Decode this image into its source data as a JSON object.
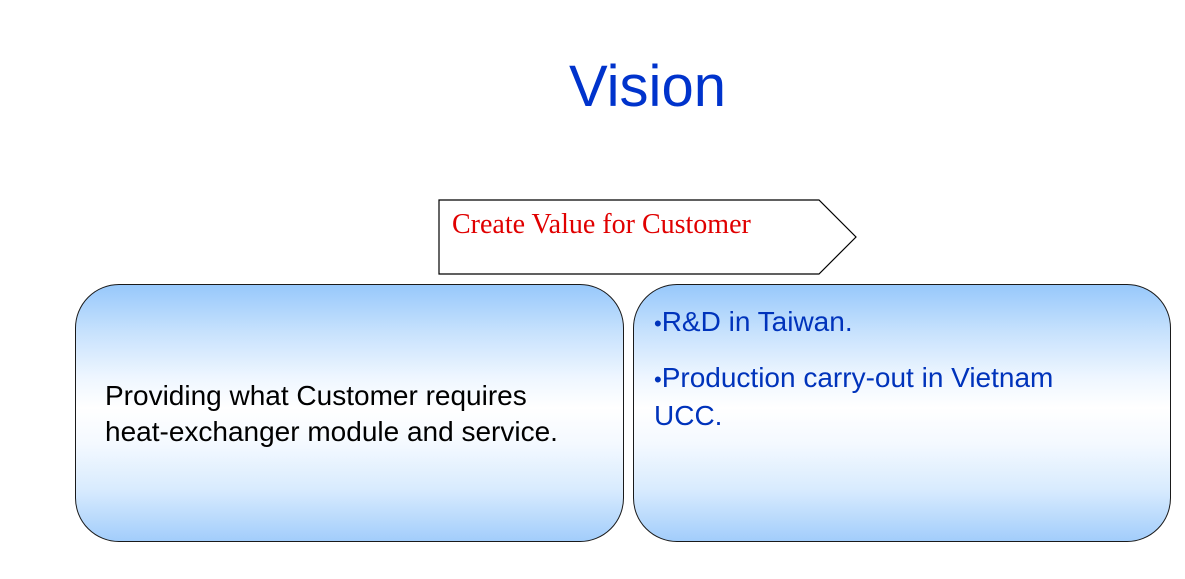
{
  "slide": {
    "title": "Vision",
    "title_color": "#0033cc"
  },
  "banner": {
    "label": "Create Value for Customer",
    "label_color": "#e00000",
    "shape": "pentagon-arrow"
  },
  "left_box": {
    "lines": [
      "Providing what Customer requires",
      "heat-exchanger module and service."
    ],
    "text_color": "#000000"
  },
  "right_box": {
    "bullet_glyph": "•",
    "bullets": [
      {
        "lines": [
          "R&D in Taiwan."
        ]
      },
      {
        "lines": [
          "Production carry-out in Vietnam",
          "UCC."
        ]
      }
    ],
    "text_color": "#0033bb"
  },
  "colors": {
    "box_gradient_edge": "#97c8fb",
    "box_gradient_center": "#ffffff",
    "outline": "#1a1a1a"
  }
}
